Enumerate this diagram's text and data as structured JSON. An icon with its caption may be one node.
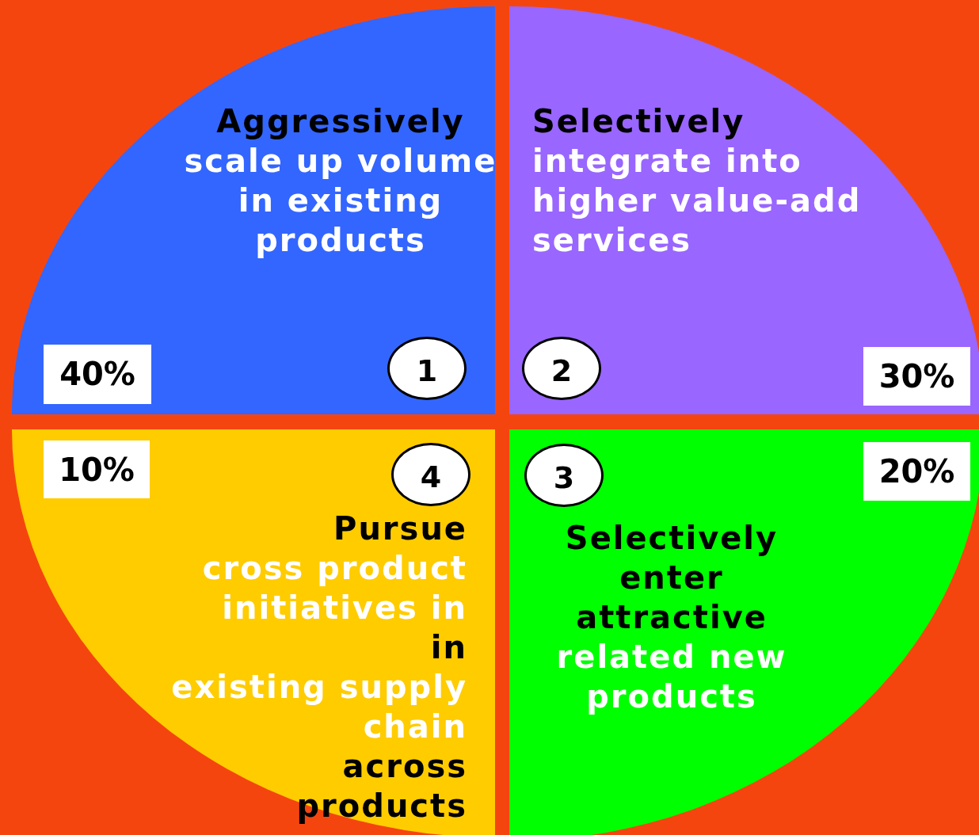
{
  "diagram": {
    "nodes": [
      {
        "text": [
          "Aggressively",
          "scale up volume in existing products"
        ]
      },
      {
        "text": [
          "1"
        ],
        "in": 0
      },
      {
        "text": [
          "40%"
        ],
        "in": 0
      },
      {
        "text": [
          "Selectively",
          "integrate into higher value-add services"
        ]
      },
      {
        "text": [
          "2"
        ],
        "in": 3
      },
      {
        "text": [
          "30%"
        ],
        "in": 3
      },
      {
        "text": [
          "Selectively enter attractive",
          "related new products"
        ]
      },
      {
        "text": [
          "3"
        ],
        "in": 6
      },
      {
        "text": [
          "20%"
        ],
        "in": 6
      },
      {
        "text": [
          "Pursue",
          "cross product initiatives in",
          "in",
          "existing supply chain",
          "across products"
        ]
      },
      {
        "text": [
          "4"
        ],
        "in": 9
      },
      {
        "text": [
          "10%"
        ],
        "in": 9
      }
    ]
  }
}
